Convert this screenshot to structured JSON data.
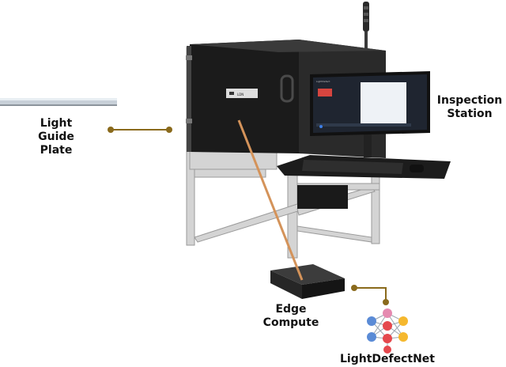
{
  "labels": {
    "light_guide_plate": [
      "Light",
      "Guide",
      "Plate"
    ],
    "inspection_station": [
      "Inspection",
      "Station"
    ],
    "edge_compute": [
      "Edge",
      "Compute"
    ],
    "model": "LightDefectNet"
  },
  "screen": {
    "brand_text": "LightDefect",
    "badge_text": "LDN"
  },
  "colors": {
    "connector": "#8a6a1c",
    "leader": "#d4935a",
    "enclosure": "#1b1b1b",
    "frame": "#d9d9d9",
    "net_red": "#e5484d",
    "net_yellow": "#f5b82e",
    "net_blue": "#5a8bd6",
    "net_pink": "#e58ab0"
  }
}
